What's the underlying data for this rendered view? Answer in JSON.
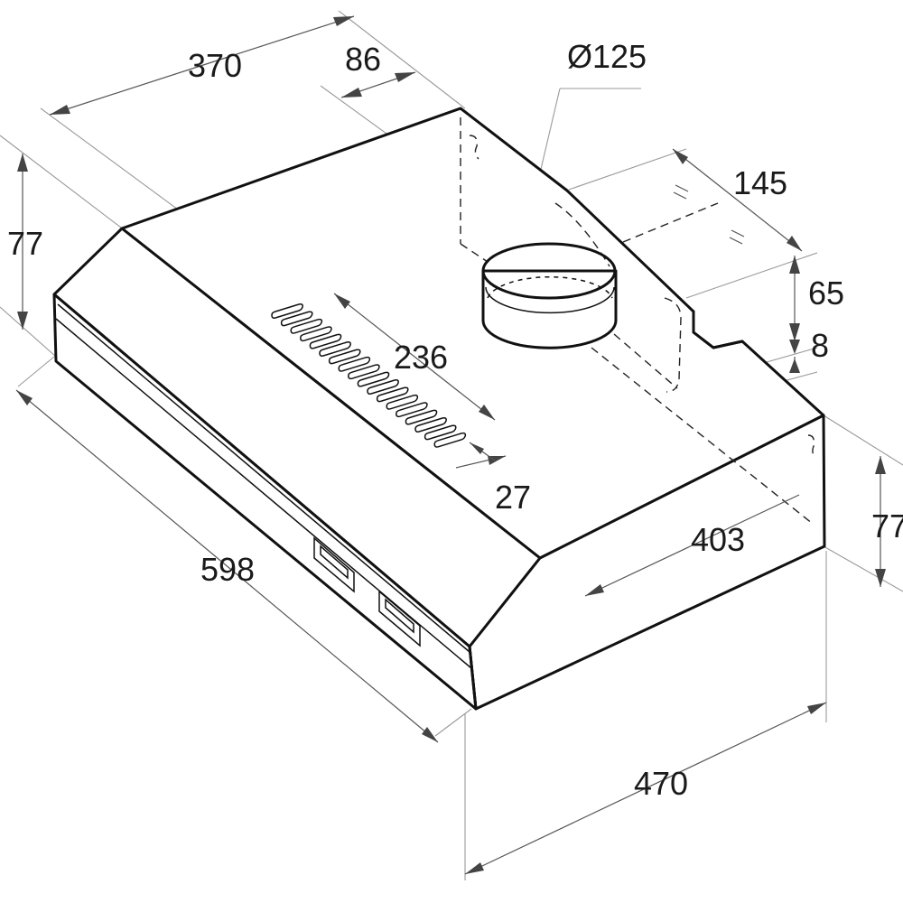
{
  "dimensions": {
    "top_depth": "370",
    "duct_offset": "86",
    "duct_diameter": "Ø125",
    "duct_rear_offset": "145",
    "height_left": "77",
    "height_right": "77",
    "notch_height": "65",
    "notch_depth": "8",
    "vent_length": "236",
    "vent_offset": "27",
    "width": "598",
    "base_depth": "403",
    "total_depth": "470"
  }
}
